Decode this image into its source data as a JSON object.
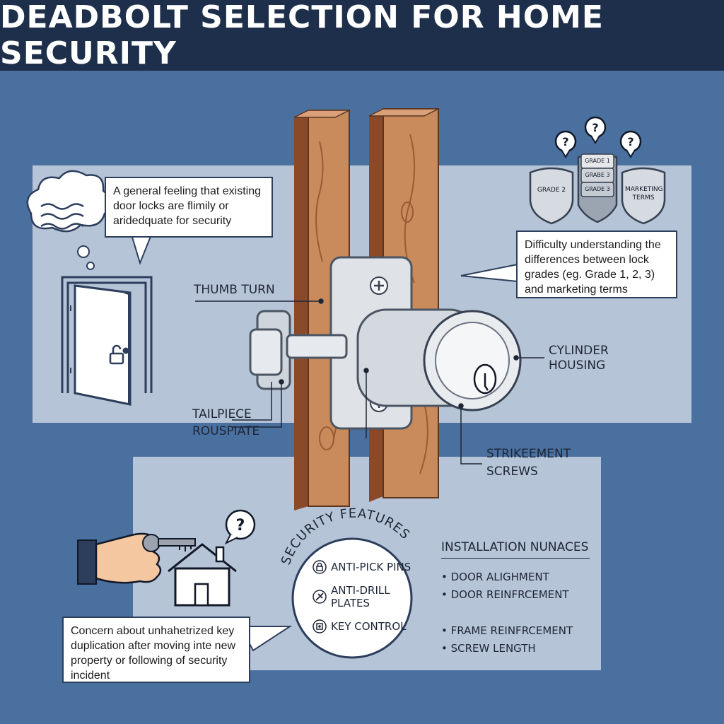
{
  "title": "DEADBOLT SELECTION FOR HOME SECURITY",
  "callouts": {
    "flimsy": "A general feeling that existing door locks are flimily or aridedquate for security",
    "grades": "Difficulty understanding the differences between lock grades (eg. Grade 1, 2, 3) and marketing terms",
    "duplication": "Concern about unhahetrized key duplication after moving inte new property or following of security incident"
  },
  "parts": {
    "thumb_turn": "THUMB TURN",
    "tailpiece": "TAILPIECE",
    "rouspate": "ROUSPIATE",
    "cylinder_line1": "CYLINDER",
    "cylinder_line2": "HOUSING",
    "strike_line1": "STRIKEEMENT",
    "strike_line2": "SCREWS"
  },
  "badges": {
    "grade2": "GRADE 2",
    "stack": [
      "GRADE 1",
      "GRABE 3",
      "GRADE 3"
    ],
    "marketing": "MARKETING TERMS"
  },
  "security": {
    "heading": "SECURITY FEATURES",
    "items": [
      "ANTI-PICK PINS",
      "ANTI-DRILL PLATES",
      "KEY CONTROL"
    ]
  },
  "installation": {
    "heading": "INSTALLATION NUNACES",
    "items": [
      "DOOR ALIGHMENT",
      "DOOR REINFRCEMENT",
      "FRAME REINFRCEMENT",
      "SCREW LENGTH"
    ]
  },
  "colors": {
    "background": "#4a709f",
    "title_bar": "#1e2f4b",
    "panel": "#b6c4d8",
    "wood": "#c98a5c"
  }
}
